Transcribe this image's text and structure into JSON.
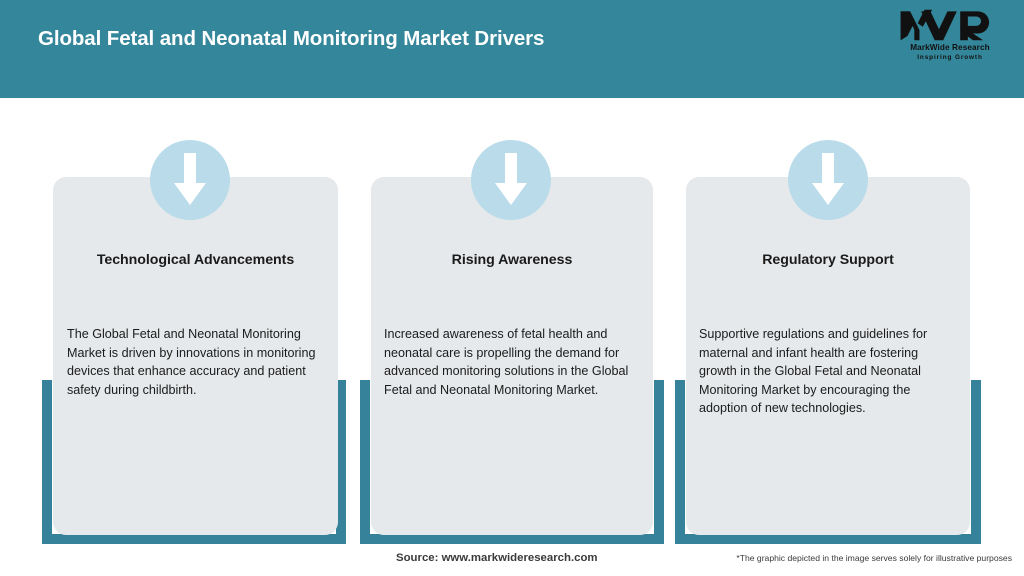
{
  "header": {
    "title": "Global Fetal and Neonatal Monitoring Market Drivers",
    "bg_color": "#34869a",
    "title_color": "#ffffff"
  },
  "logo": {
    "mark": "MWR",
    "name": "MarkWide Research",
    "tagline": "Inspiring Growth"
  },
  "theme": {
    "teal": "#35829a",
    "card_bg": "#e6e9eb",
    "badge_blue": "#b9dbea",
    "text": "#1b1b1b"
  },
  "cards": [
    {
      "icon": "down-arrow-icon",
      "title": "Technological Advancements",
      "body": "The Global Fetal and Neonatal Monitoring Market is driven by innovations in monitoring devices that enhance accuracy and patient safety during childbirth."
    },
    {
      "icon": "down-arrow-icon",
      "title": "Rising Awareness",
      "body": "Increased awareness of fetal health and neonatal care is propelling the demand for advanced monitoring solutions in the Global Fetal and Neonatal Monitoring Market."
    },
    {
      "icon": "down-arrow-icon",
      "title": "Regulatory Support",
      "body": "Supportive regulations and guidelines for maternal and infant health are fostering growth in the Global Fetal and Neonatal Monitoring Market by encouraging the adoption of new technologies."
    }
  ],
  "footer": {
    "source": "Source: www.markwideresearch.com",
    "disclaimer": "*The graphic depicted in the image serves solely for illustrative purposes"
  }
}
